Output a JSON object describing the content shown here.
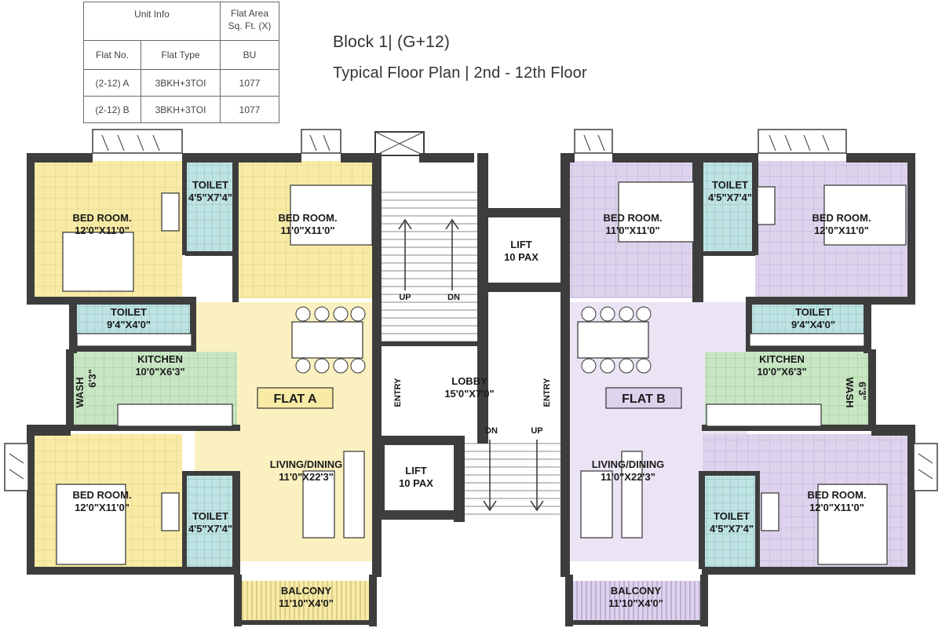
{
  "unit_table": {
    "header_left": "Unit Info",
    "header_right_line1": "Flat Area",
    "header_right_line2": "Sq. Ft. (X)",
    "col_flat_no": "Flat No.",
    "col_flat_type": "Flat Type",
    "col_bu": "BU",
    "rows": [
      {
        "flat_no": "(2-12) A",
        "flat_type": "3BKH+3TOI",
        "area": "1077"
      },
      {
        "flat_no": "(2-12) B",
        "flat_type": "3BKH+3TOI",
        "area": "1077"
      }
    ]
  },
  "title": {
    "line1": "Block 1| (G+12)",
    "line2": "Typical Floor Plan | 2nd - 12th Floor"
  },
  "rooms": {
    "a_bed1_name": "BED ROOM.",
    "a_bed1_dim": "12'0\"X11'0\"",
    "a_toilet1_name": "TOILET",
    "a_toilet1_dim": "4'5\"X7'4\"",
    "a_bed2_name": "BED ROOM.",
    "a_bed2_dim": "11'0\"X11'0\"",
    "a_toilet2_name": "TOILET",
    "a_toilet2_dim": "9'4\"X4'0\"",
    "a_kitchen_name": "KITCHEN",
    "a_kitchen_dim": "10'0\"X6'3\"",
    "a_wash_name": "WASH",
    "a_wash_dim": "6'3\"",
    "a_flat_label": "FLAT A",
    "a_living_name": "LIVING/DINING",
    "a_living_dim": "11'0\"X22'3\"",
    "a_bed3_name": "BED ROOM.",
    "a_bed3_dim": "12'0\"X11'0\"",
    "a_toilet3_name": "TOILET",
    "a_toilet3_dim": "4'5\"X7'4\"",
    "a_balcony_name": "BALCONY",
    "a_balcony_dim": "11'10\"X4'0\"",
    "b_bed1_name": "BED ROOM.",
    "b_bed1_dim": "11'0\"X11'0\"",
    "b_toilet1_name": "TOILET",
    "b_toilet1_dim": "4'5\"X7'4\"",
    "b_bed2_name": "BED ROOM.",
    "b_bed2_dim": "12'0\"X11'0\"",
    "b_toilet2_name": "TOILET",
    "b_toilet2_dim": "9'4\"X4'0\"",
    "b_kitchen_name": "KITCHEN",
    "b_kitchen_dim": "10'0\"X6'3\"",
    "b_wash_name": "WASH",
    "b_wash_dim": "6'3\"",
    "b_flat_label": "FLAT B",
    "b_living_name": "LIVING/DINING",
    "b_living_dim": "11'0\"X22'3\"",
    "b_bed3_name": "BED ROOM.",
    "b_bed3_dim": "12'0\"X11'0\"",
    "b_toilet3_name": "TOILET",
    "b_toilet3_dim": "4'5\"X7'4\"",
    "b_balcony_name": "BALCONY",
    "b_balcony_dim": "11'10\"X4'0\"",
    "lift_top_name": "LIFT",
    "lift_top_cap": "10 PAX",
    "lift_bot_name": "LIFT",
    "lift_bot_cap": "10 PAX",
    "lobby_name": "LOBBY",
    "lobby_dim": "15'0\"X7'0\"",
    "stair_up_top": "UP",
    "stair_dn_top": "DN",
    "stair_dn_bot": "DN",
    "stair_up_bot": "UP",
    "entry_a": "ENTRY",
    "entry_b": "ENTRY"
  },
  "colors": {
    "flat_a_fill": "#f7eba5",
    "flat_b_fill": "#ddd3ec",
    "toilet_fill": "#bfe2e2",
    "kitchen_fill": "#c9e6c4",
    "wall": "#3d3d3d",
    "living_a": "#fbf1c0",
    "living_b": "#ebe4f4"
  }
}
